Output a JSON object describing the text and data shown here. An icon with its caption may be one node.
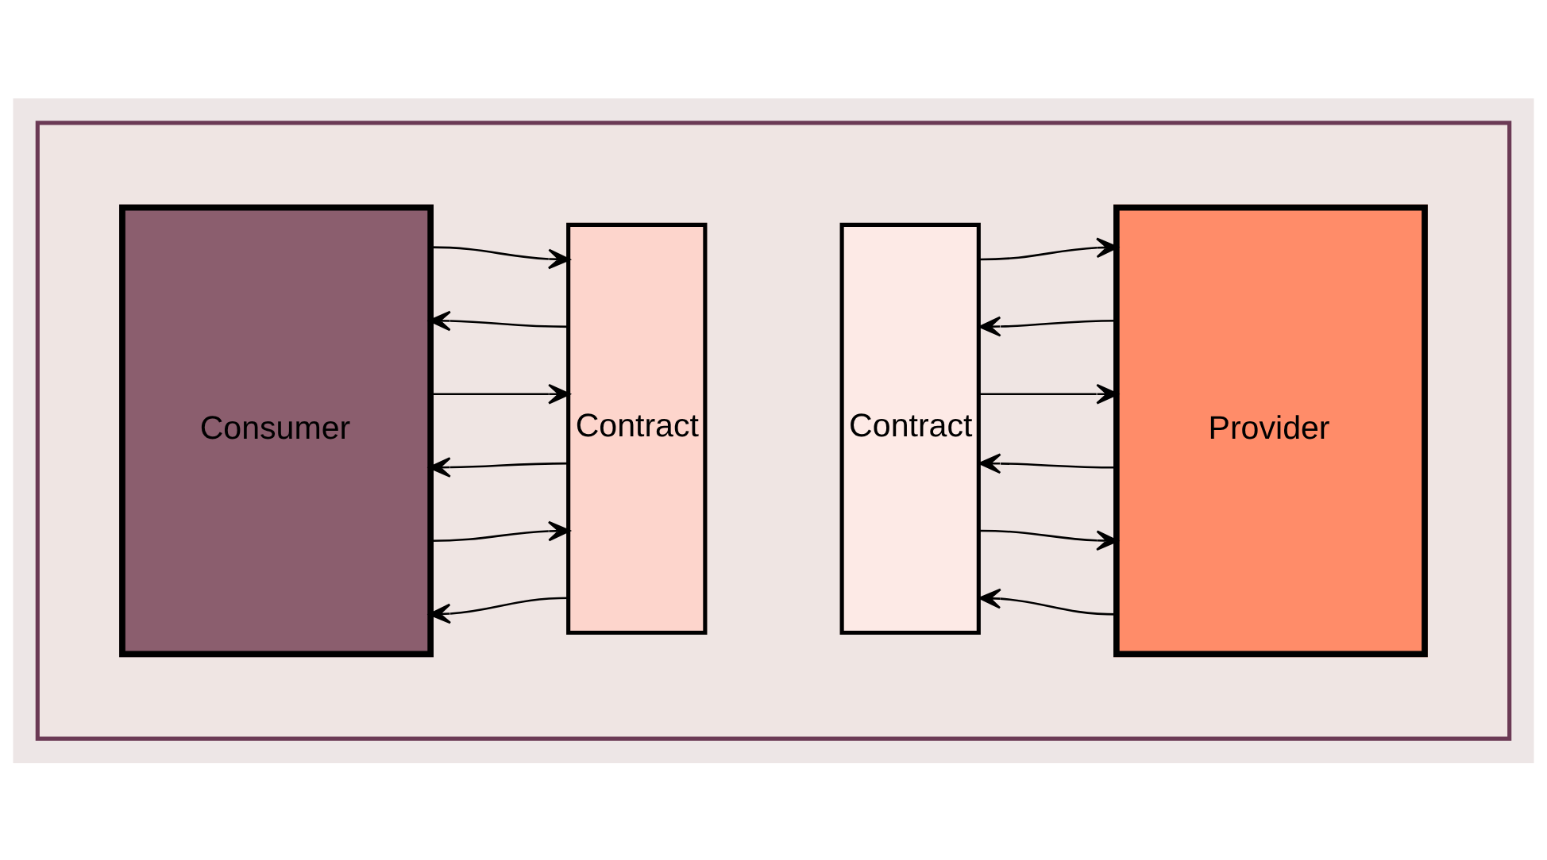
{
  "diagram": {
    "nodes": [
      {
        "text": [],
        "shape": "box"
      },
      {
        "text": [
          "Consumer"
        ],
        "in": 0
      },
      {
        "text": [
          "Contract"
        ],
        "in": 0
      },
      {
        "text": [
          "Contract"
        ],
        "in": 0
      },
      {
        "text": [
          "Provider"
        ],
        "in": 0
      }
    ],
    "edges": [
      {
        "from": 1,
        "to": 2,
        "arrow": "to"
      },
      {
        "from": 2,
        "to": 1,
        "arrow": "to"
      },
      {
        "from": 1,
        "to": 2,
        "arrow": "to"
      },
      {
        "from": 2,
        "to": 1,
        "arrow": "to"
      },
      {
        "from": 1,
        "to": 2,
        "arrow": "to"
      },
      {
        "from": 2,
        "to": 1,
        "arrow": "to"
      },
      {
        "from": 3,
        "to": 4,
        "arrow": "to"
      },
      {
        "from": 4,
        "to": 3,
        "arrow": "to"
      },
      {
        "from": 3,
        "to": 4,
        "arrow": "to"
      },
      {
        "from": 4,
        "to": 3,
        "arrow": "to"
      },
      {
        "from": 3,
        "to": 4,
        "arrow": "to"
      },
      {
        "from": 4,
        "to": 3,
        "arrow": "to"
      }
    ]
  }
}
